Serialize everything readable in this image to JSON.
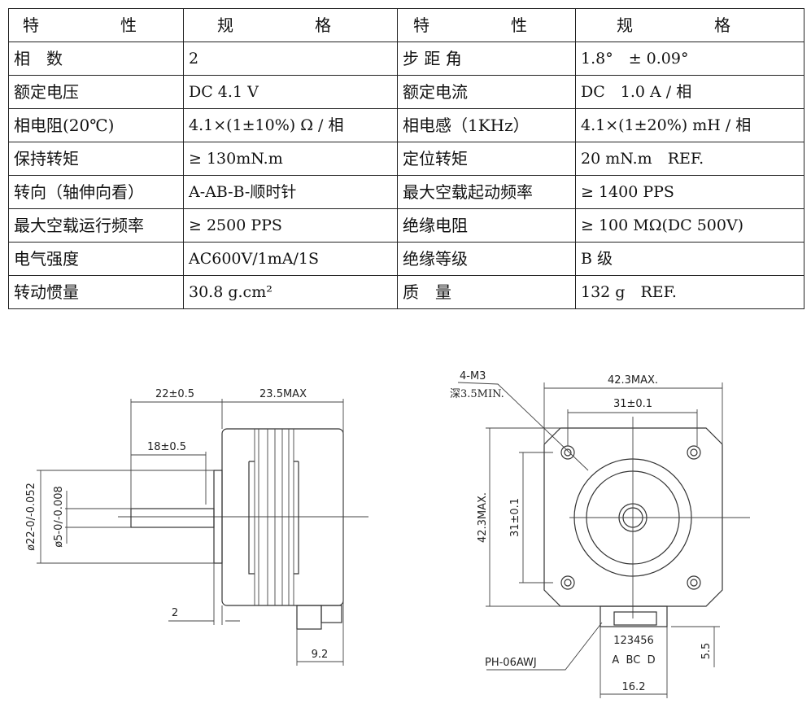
{
  "table": {
    "headers": [
      "特　性",
      "规　格",
      "特　性",
      "规　格"
    ],
    "rows": [
      [
        "相　数",
        "2",
        "步 距 角",
        "1.8°　± 0.09°"
      ],
      [
        "额定电压",
        "DC 4.1 V",
        "额定电流",
        "DC　1.0 A / 相"
      ],
      [
        "相电阻(20℃)",
        "4.1×(1±10%) Ω / 相",
        "相电感（1KHz）",
        "4.1×(1±20%) mH / 相"
      ],
      [
        "保持转矩",
        "≥ 130mN.m",
        "定位转矩",
        "20 mN.m　REF."
      ],
      [
        "转向（轴伸向看）",
        "A-AB-B-顺时针",
        "最大空载起动频率",
        "≥ 1400 PPS"
      ],
      [
        "最大空载运行频率",
        "≥ 2500 PPS",
        "绝缘电阻",
        "≥ 100 MΩ(DC 500V)"
      ],
      [
        "电气强度",
        "AC600V/1mA/1S",
        "绝缘等级",
        "B 级"
      ],
      [
        "转动惯量",
        "30.8 g.cm²",
        "质　量",
        "132 g　REF."
      ]
    ]
  },
  "side_view": {
    "dim_22": "22±0.5",
    "dim_235": "23.5MAX",
    "dim_18": "18±0.5",
    "dim_d22": "ø22-0/-0.052",
    "dim_d5": "ø5-0/-0.008",
    "dim_2": "2",
    "dim_92": "9.2"
  },
  "front_view": {
    "holes": "4-M3",
    "depth": "深3.5MIN.",
    "dim_423_top": "42.3MAX.",
    "dim_31_top": "31±0.1",
    "dim_423_left": "42.3MAX.",
    "dim_31_left": "31±0.1",
    "pins": "123456",
    "pin_labels": "A  BC  D",
    "connector": "PH-06AWJ",
    "dim_162": "16.2",
    "dim_55": "5.5"
  }
}
